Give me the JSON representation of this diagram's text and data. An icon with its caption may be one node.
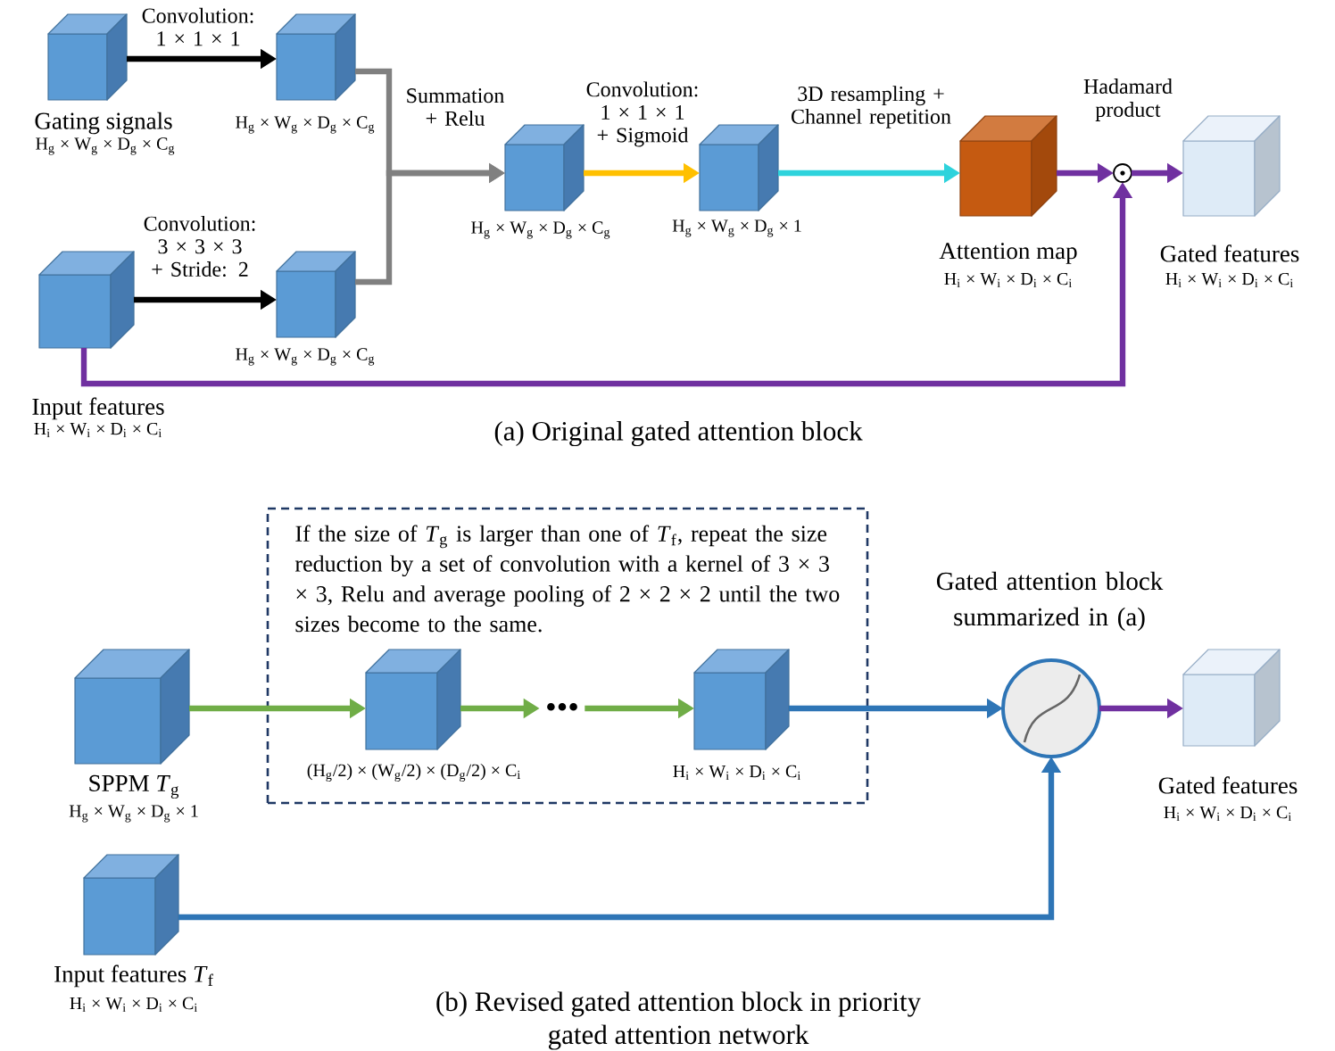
{
  "diagram": {
    "nodes": [
      {
        "text": [],
        "shape": "cube",
        "beside": [
          "Gating signals",
          "H$_{g}$ × W$_{g}$ × D$_{g}$ × C$_{g}$"
        ]
      },
      {
        "text": [],
        "shape": "cube",
        "beside": [
          "H$_{g}$ × W$_{g}$ × D$_{g}$ × C$_{g}$"
        ]
      },
      {
        "text": [],
        "shape": "cube",
        "beside": [
          "Input features",
          "H$_{i}$ × W$_{i}$ × D$_{i}$ × C$_{i}$"
        ]
      },
      {
        "text": [],
        "shape": "cube",
        "beside": [
          "H$_{g}$ × W$_{g}$ × D$_{g}$ × C$_{g}$"
        ]
      },
      {
        "text": [],
        "shape": "cube",
        "beside": [
          "H$_{g}$ × W$_{g}$ × D$_{g}$ × C$_{g}$"
        ]
      },
      {
        "text": [],
        "shape": "cube",
        "beside": [
          "H$_{g}$ × W$_{g}$ × D$_{g}$ × 1"
        ]
      },
      {
        "text": [],
        "shape": "cube",
        "beside": [
          "Attention map",
          "H$_{i}$ × W$_{i}$ × D$_{i}$ × C$_{i}$"
        ]
      },
      {
        "text": [],
        "shape": "circle"
      },
      {
        "text": [],
        "shape": "cube",
        "beside": [
          "Gated features",
          "H$_{i}$ × W$_{i}$ × D$_{i}$ × C$_{i}$"
        ]
      },
      {
        "text": [
          "If the size of *T*$_{g}$ is larger than one of *T*$_{f}$, repeat the size reduction by a set of convolution with a kernel of 3 × 3 × 3, Relu and average pooling of 2 × 2 × 2 until the two sizes become to the same."
        ]
      },
      {
        "text": [],
        "shape": "cube",
        "beside": [
          "SPPM *T*$_{g}$",
          "H$_{g}$ × W$_{g}$ × D$_{g}$ × 1"
        ]
      },
      {
        "text": [],
        "shape": "cube",
        "in": 9,
        "beside": [
          "(H$_{g}$/2) × (W$_{g}$/2) × (D$_{g}$/2) × C$_{i}$"
        ]
      },
      {
        "text": [
          "•••"
        ],
        "in": 9
      },
      {
        "text": [],
        "shape": "cube",
        "in": 9,
        "beside": [
          "H$_{i}$ × W$_{i}$ × D$_{i}$ × C$_{i}$"
        ]
      },
      {
        "text": [],
        "shape": "circle",
        "beside": [
          "Gated attention block summarized in (a)"
        ]
      },
      {
        "text": [],
        "shape": "cube",
        "beside": [
          "Gated features",
          "H$_{i}$ × W$_{i}$ × D$_{i}$ × C$_{i}$"
        ]
      },
      {
        "text": [],
        "shape": "cube",
        "beside": [
          "Input features *T*$_{f}$",
          "H$_{i}$ × W$_{i}$ × D$_{i}$ × C$_{i}$"
        ]
      }
    ],
    "edges": [
      {
        "from": 0,
        "to": 1,
        "arrow": "to",
        "label": "Convolution: 1 × 1 × 1",
        "color": "#000000"
      },
      {
        "from": 2,
        "to": 3,
        "arrow": "to",
        "label": "Convolution: 3 × 3 × 3 + Stride: 2",
        "color": "#000000"
      },
      {
        "from": 1,
        "to": 4,
        "arrow": "to",
        "label": "Summation + Relu",
        "color": "#808080"
      },
      {
        "from": 3,
        "to": 4,
        "arrow": "to",
        "color": "#808080"
      },
      {
        "from": 4,
        "to": 5,
        "arrow": "to",
        "label": "Convolution: 1 × 1 × 1 + Sigmoid",
        "color": "#ffc000"
      },
      {
        "from": 5,
        "to": 6,
        "arrow": "to",
        "label": "3D resampling + Channel repetition",
        "color": "#2ed3dc"
      },
      {
        "from": 6,
        "to": 7,
        "arrow": "to"
      },
      {
        "from": 2,
        "to": 7,
        "arrow": "to"
      },
      {
        "from": 7,
        "to": 8,
        "arrow": "to"
      },
      {
        "from": 10,
        "to": 11,
        "arrow": "to",
        "color": "#70ad47"
      },
      {
        "from": 11,
        "to": 12,
        "arrow": "to",
        "color": "#70ad47"
      },
      {
        "from": 12,
        "to": 13,
        "arrow": "to",
        "color": "#70ad47"
      },
      {
        "from": 13,
        "to": 14,
        "arrow": "to",
        "color": "#2e75b6"
      },
      {
        "from": 16,
        "to": 14,
        "arrow": "to",
        "color": "#2e75b6"
      },
      {
        "from": 14,
        "to": 15,
        "arrow": "to"
      }
    ],
    "labels": [
      "Hadamard product",
      "(a) Original gated attention block",
      "(b) Revised gated attention block in priority gated attention network"
    ]
  }
}
